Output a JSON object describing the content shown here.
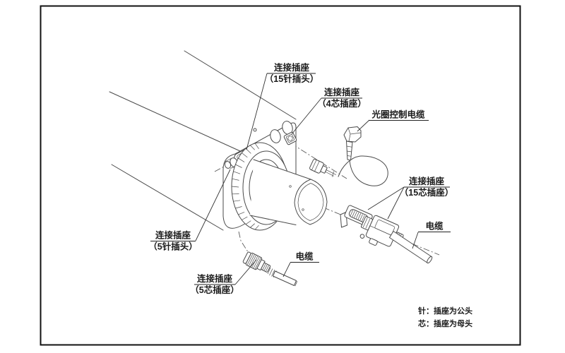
{
  "diagram": {
    "callouts": {
      "plug15pin": {
        "line1": "连接插座",
        "line2": "（15针插头）"
      },
      "socket4core": {
        "line1": "连接插座",
        "line2": "（4芯插座）"
      },
      "apertureCable": {
        "label": "光圈控制电缆"
      },
      "socket15core": {
        "line1": "连接插座",
        "line2": "（15芯插座）"
      },
      "cableRight": {
        "label": "电缆"
      },
      "plug5pin": {
        "line1": "连接插座",
        "line2": "（5针插头）"
      },
      "socket5core": {
        "line1": "连接插座",
        "line2": "（5芯插座）"
      },
      "cableBottom": {
        "label": "电缆"
      },
      "note": {
        "line1": "针：插座为公头",
        "line2": "芯：插座为母头"
      }
    },
    "colors": {
      "background": "#ffffff",
      "line": "#4a4a4a",
      "text": "#1a1a1a",
      "frame": "#111111"
    }
  }
}
